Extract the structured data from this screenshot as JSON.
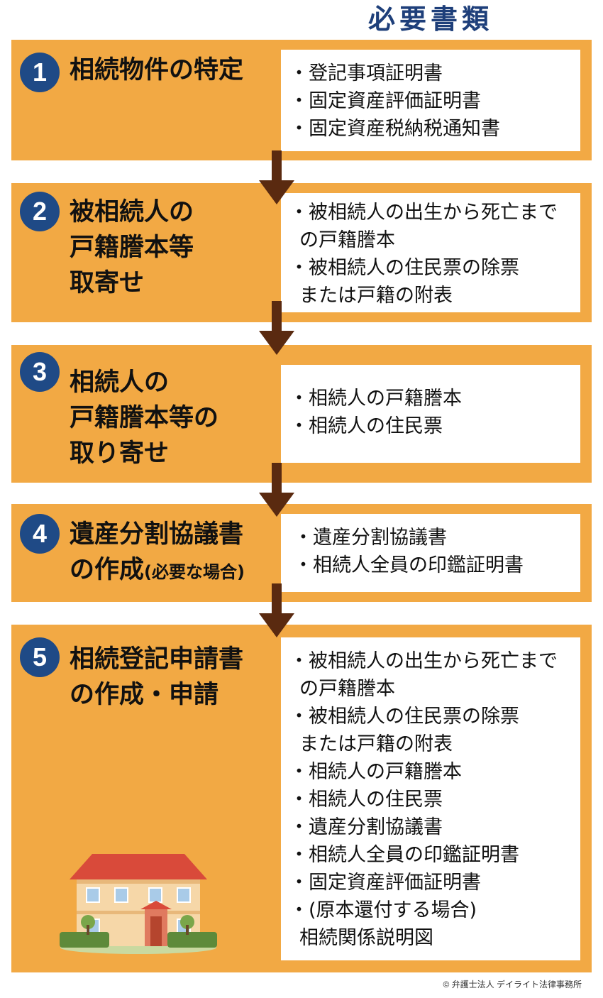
{
  "header": {
    "title": "必要書類"
  },
  "steps": [
    {
      "number": "1",
      "title_lines": [
        "相続物件の特定"
      ],
      "docs": [
        "・登記事項証明書",
        "・固定資産評価証明書",
        "・固定資産税納税通知書"
      ]
    },
    {
      "number": "2",
      "title_lines": [
        "被相続人の",
        "戸籍謄本等",
        "取寄せ"
      ],
      "docs": [
        "・被相続人の出生から死亡まで",
        "の戸籍謄本",
        "・被相続人の住民票の除票",
        "または戸籍の附表"
      ]
    },
    {
      "number": "3",
      "title_lines": [
        "相続人の",
        "戸籍謄本等の",
        "取り寄せ"
      ],
      "docs": [
        "・相続人の戸籍謄本",
        "・相続人の住民票"
      ]
    },
    {
      "number": "4",
      "title_lines": [
        "遺産分割協議書",
        "の作成"
      ],
      "title_note": "(必要な場合)",
      "docs": [
        "・遺産分割協議書",
        "・相続人全員の印鑑証明書"
      ]
    },
    {
      "number": "5",
      "title_lines": [
        "相続登記申請書",
        "の作成・申請"
      ],
      "docs": [
        "・被相続人の出生から死亡まで",
        "の戸籍謄本",
        "・被相続人の住民票の除票",
        "または戸籍の附表",
        "・相続人の戸籍謄本",
        "・相続人の住民票",
        "・遺産分割協議書",
        "・相続人全員の印鑑証明書",
        "・固定資産評価証明書",
        "・(原本還付する場合)",
        "相続関係説明図"
      ]
    }
  ],
  "footer": {
    "copyright": "© 弁護士法人 デイライト法律事務所"
  },
  "colors": {
    "step_bg": "#f2a944",
    "badge": "#1f4a86",
    "arrow": "#5a2a10",
    "header": "#1e3f7a"
  }
}
